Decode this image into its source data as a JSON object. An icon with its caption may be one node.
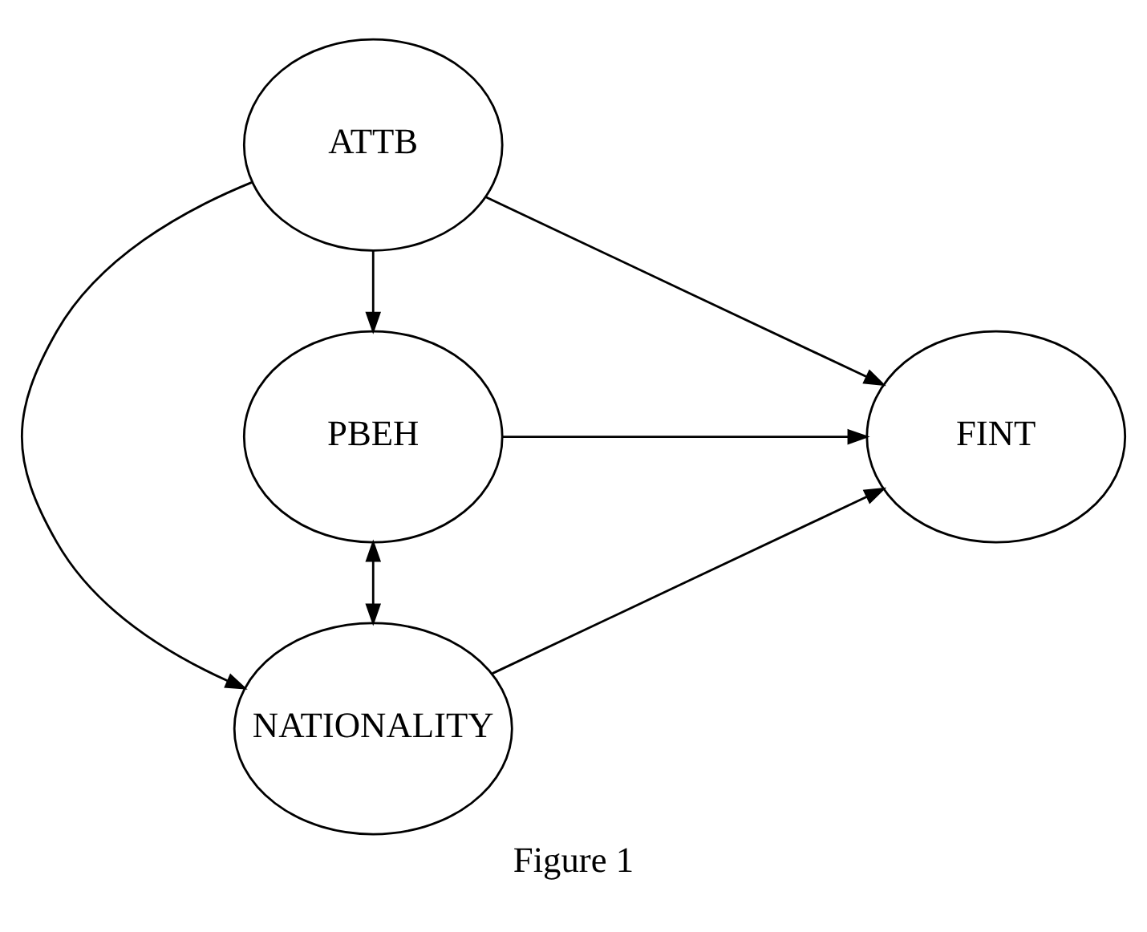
{
  "diagram": {
    "caption": "Figure 1",
    "nodes": [
      {
        "text": [
          "ATTB"
        ]
      },
      {
        "text": [
          "PBEH"
        ]
      },
      {
        "text": [
          "NATIONALITY"
        ]
      },
      {
        "text": [
          "FINT"
        ]
      }
    ],
    "edges": [
      {
        "from": 0,
        "to": 3,
        "arrow": "to"
      },
      {
        "from": 0,
        "to": 1,
        "arrow": "to"
      },
      {
        "from": 0,
        "to": 2,
        "arrow": "to"
      },
      {
        "from": 1,
        "to": 3,
        "arrow": "to"
      },
      {
        "from": 1,
        "to": 2,
        "arrow": "both"
      },
      {
        "from": 2,
        "to": 3,
        "arrow": "to"
      }
    ]
  }
}
